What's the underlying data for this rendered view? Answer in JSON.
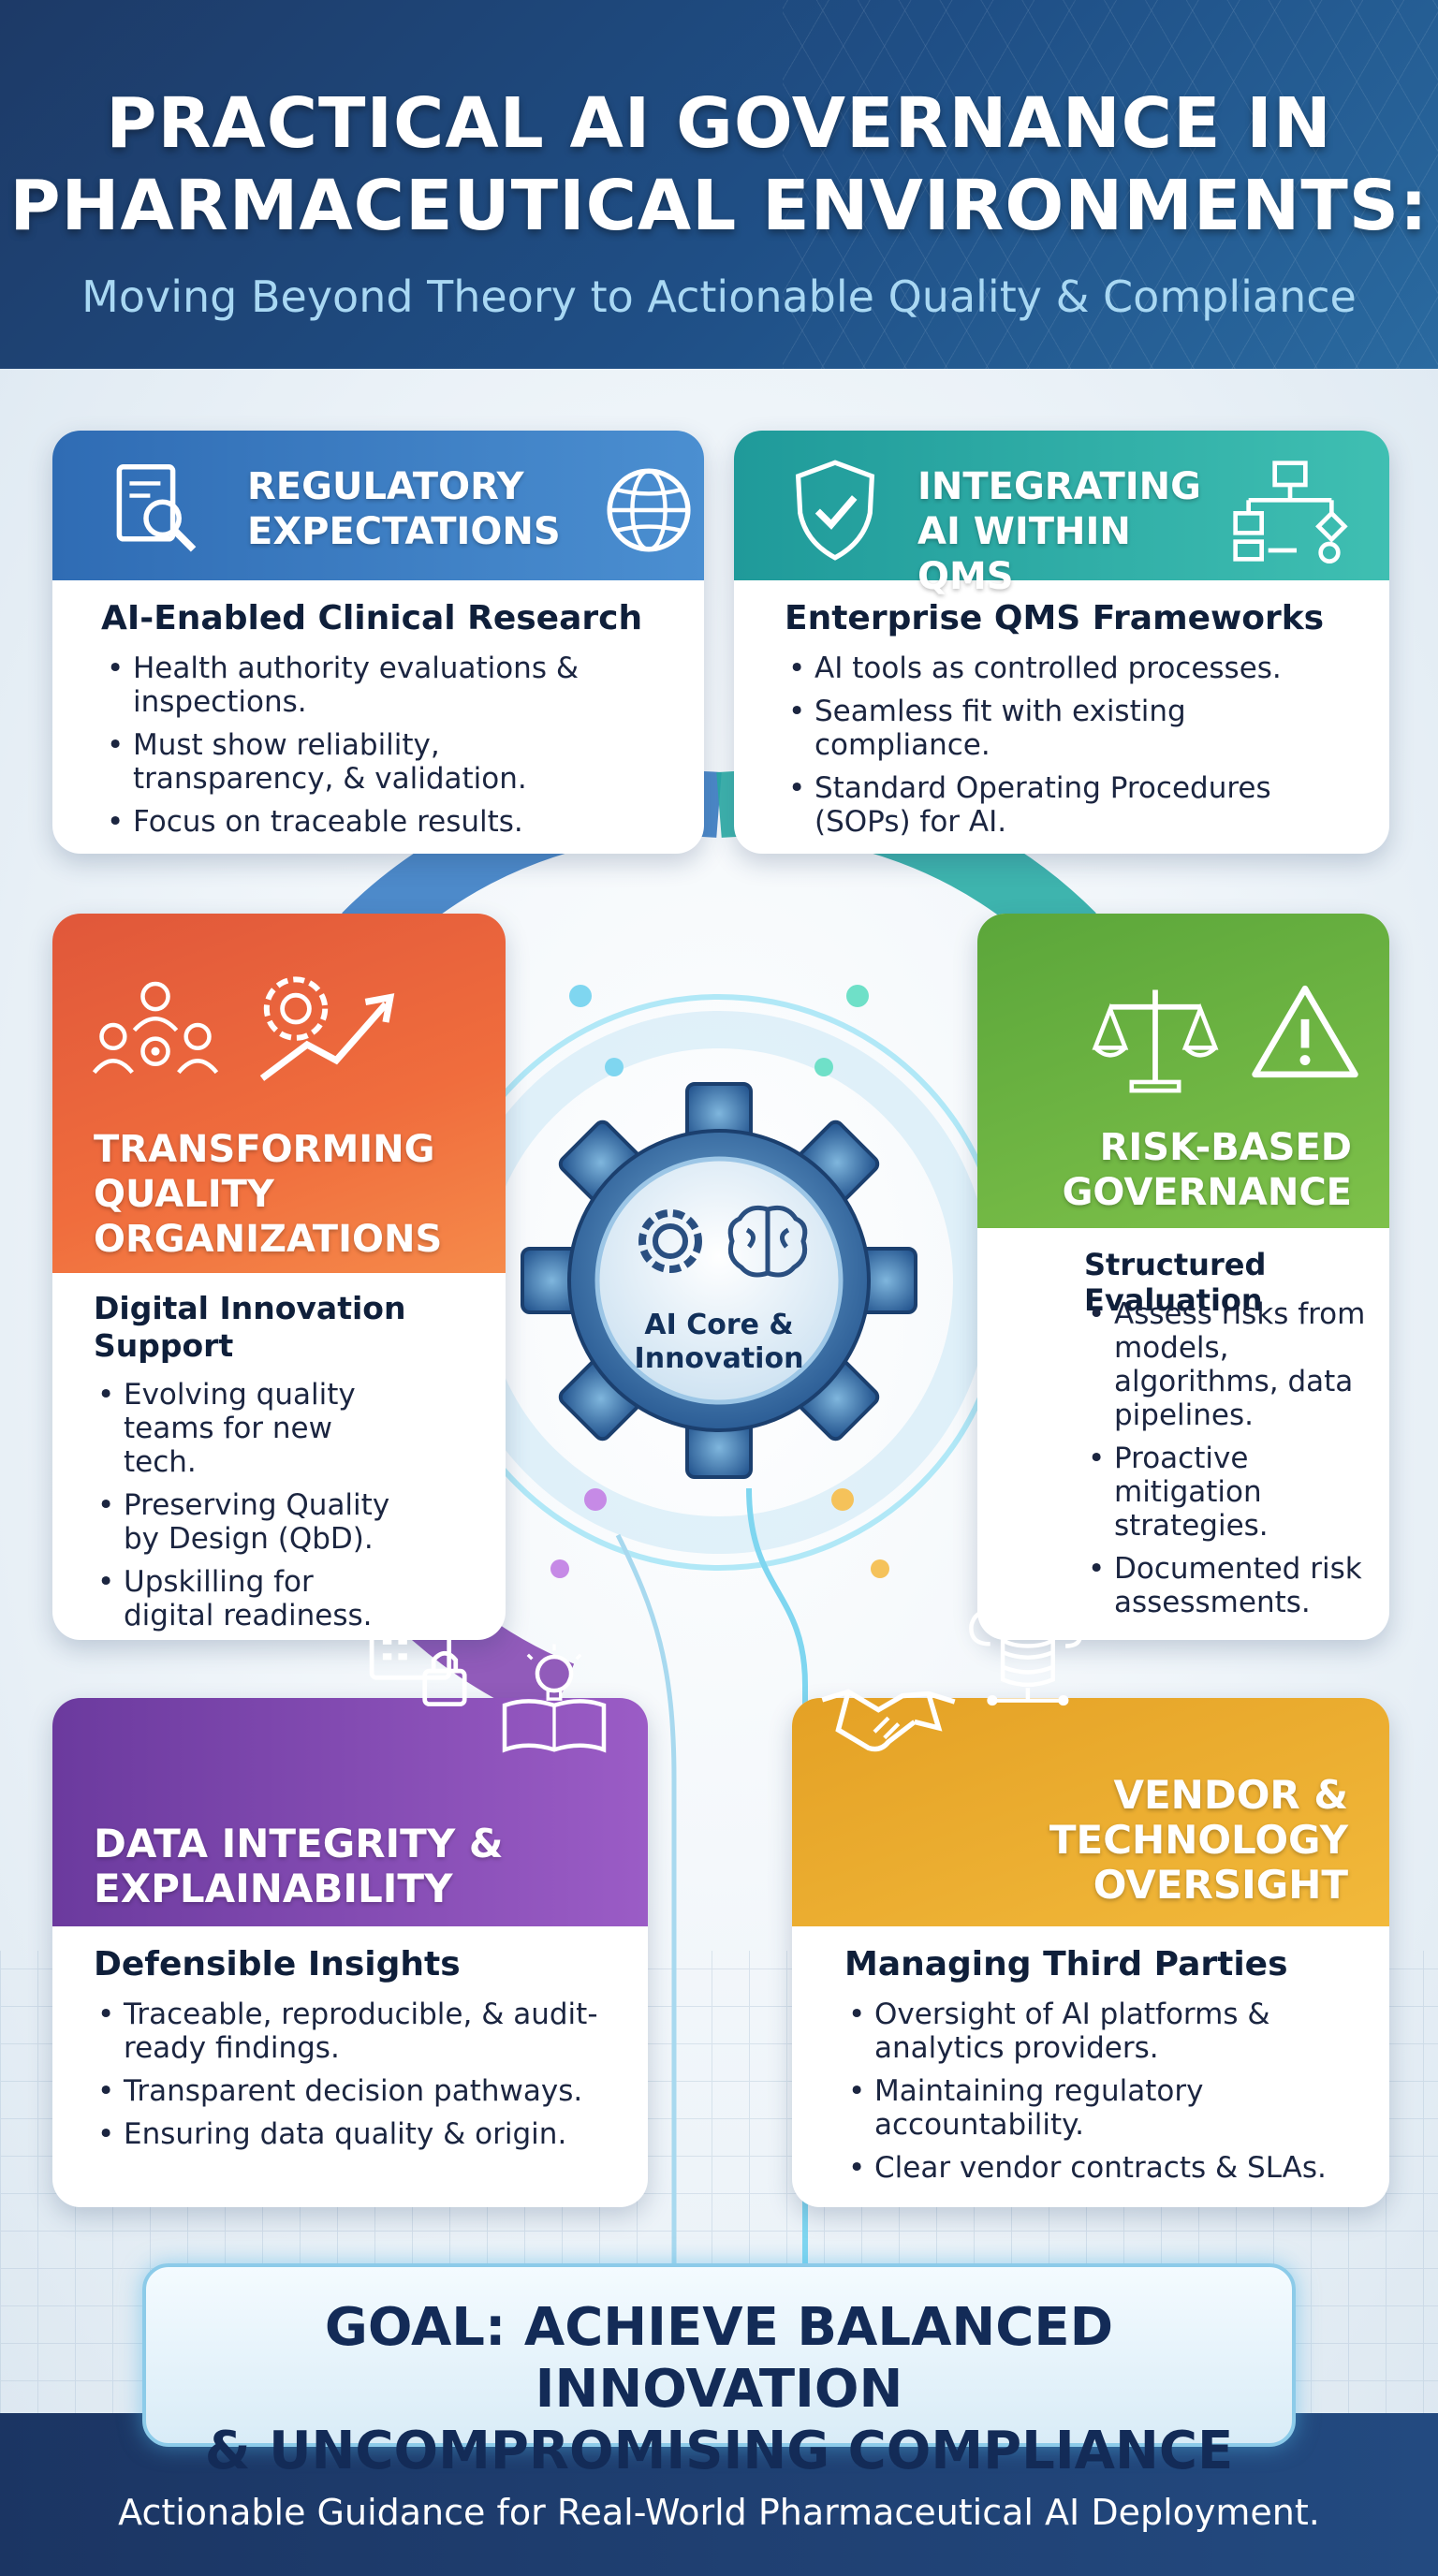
{
  "header": {
    "title_line1": "PRACTICAL AI GOVERNANCE IN",
    "title_line2": "PHARMACEUTICAL ENVIRONMENTS:",
    "subtitle": "Moving Beyond Theory to Actionable Quality & Compliance"
  },
  "cards": {
    "regulatory": {
      "title_line1": "REGULATORY",
      "title_line2": "EXPECTATIONS",
      "subheading": "AI-Enabled Clinical Research",
      "bullets": [
        "Health authority evaluations & inspections.",
        "Must show reliability, transparency, & validation.",
        "Focus on traceable results."
      ],
      "icons": [
        "document-search-icon",
        "globe-icon"
      ]
    },
    "qms": {
      "title_line1": "INTEGRATING",
      "title_line2": "AI WITHIN QMS",
      "subheading": "Enterprise QMS Frameworks",
      "bullets": [
        "AI tools as controlled processes.",
        "Seamless fit with existing compliance.",
        "Standard Operating Procedures (SOPs) for AI."
      ],
      "icons": [
        "shield-check-icon",
        "flowchart-icon"
      ]
    },
    "transforming": {
      "title_line1": "TRANSFORMING",
      "title_line2": "QUALITY",
      "title_line3": "ORGANIZATIONS",
      "subheading_line1": "Digital Innovation",
      "subheading_line2": "Support",
      "bullets": [
        "Evolving quality teams for new tech.",
        "Preserving Quality by Design (QbD).",
        "Upskilling for digital readiness."
      ],
      "icons": [
        "team-gear-icon",
        "gear-growth-icon"
      ]
    },
    "risk": {
      "title_line1": "RISK-BASED",
      "title_line2": "GOVERNANCE",
      "subheading": "Structured Evaluation",
      "bullets": [
        "Assess risks from models, algorithms, data pipelines.",
        "Proactive mitigation strategies.",
        "Documented risk assessments."
      ],
      "icons": [
        "scales-icon",
        "warning-icon"
      ]
    },
    "data": {
      "title_line1": "DATA INTEGRITY &",
      "title_line2": "EXPLAINABILITY",
      "subheading": "Defensible Insights",
      "bullets": [
        "Traceable, reproducible, & audit-ready findings.",
        "Transparent decision pathways.",
        "Ensuring data quality & origin."
      ],
      "icons": [
        "secure-data-icon",
        "book-lightbulb-icon"
      ]
    },
    "vendor": {
      "title_line1": "VENDOR &",
      "title_line2": "TECHNOLOGY",
      "title_line3": "OVERSIGHT",
      "subheading": "Managing Third Parties",
      "bullets": [
        "Oversight of AI platforms & analytics providers.",
        "Maintaining regulatory accountability.",
        "Clear vendor contracts & SLAs."
      ],
      "icons": [
        "handshake-icon",
        "cloud-database-icon"
      ]
    }
  },
  "center": {
    "label_line1": "AI Core &",
    "label_line2": "Innovation",
    "icons": [
      "gear-icon",
      "brain-icon"
    ]
  },
  "goal": {
    "line1": "GOAL: ACHIEVE BALANCED INNOVATION",
    "line2": "& UNCOMPROMISING COMPLIANCE"
  },
  "footer": {
    "text": "Actionable Guidance for Real-World Pharmaceutical AI Deployment."
  },
  "colors": {
    "header": "#1d3a67",
    "regulatory": "#3b7dc4",
    "qms": "#2aaca5",
    "transforming": "#ec6a3d",
    "risk": "#6cb443",
    "data": "#8649b3",
    "vendor": "#eba92f"
  }
}
